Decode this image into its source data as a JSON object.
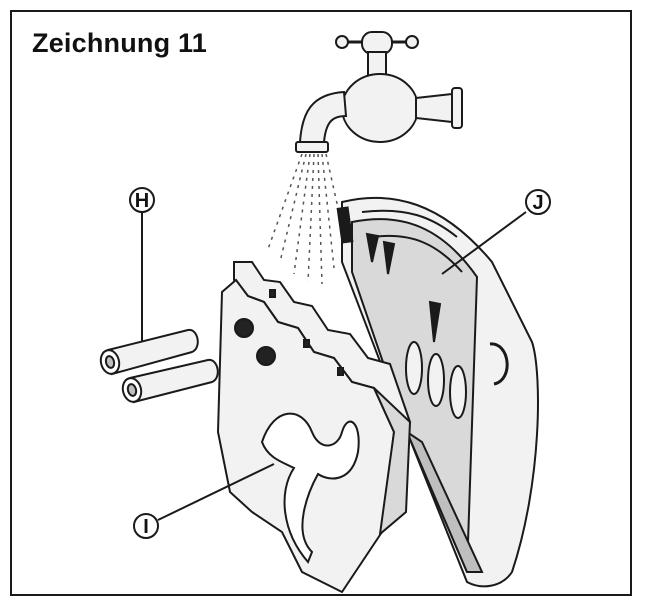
{
  "title": "Zeichnung 11",
  "labels": {
    "h": "H",
    "i": "I",
    "j": "J"
  },
  "colors": {
    "line": "#1a1a1a",
    "fill_light": "#f2f2f2",
    "fill_mid": "#d9d9d9",
    "fill_dark": "#bfbfbf",
    "hole": "#222222"
  }
}
